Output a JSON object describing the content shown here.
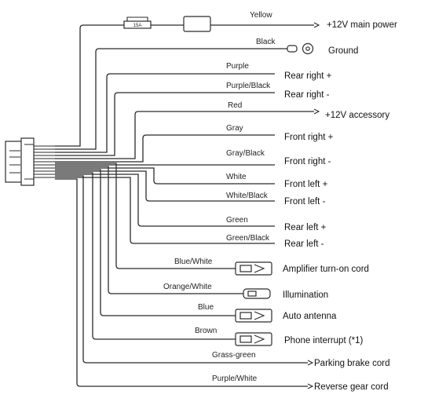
{
  "fuse": {
    "label": "15A"
  },
  "wires": [
    {
      "color": "Yellow",
      "function": "+12V main power"
    },
    {
      "color": "Black",
      "function": "Ground"
    },
    {
      "color": "Purple",
      "function": "Rear right +"
    },
    {
      "color": "Purple/Black",
      "function": "Rear right -"
    },
    {
      "color": "Red",
      "function": "+12V accessory"
    },
    {
      "color": "Gray",
      "function": "Front right +"
    },
    {
      "color": "Gray/Black",
      "function": "Front right -"
    },
    {
      "color": "White",
      "function": "Front left +"
    },
    {
      "color": "White/Black",
      "function": "Front left -"
    },
    {
      "color": "Green",
      "function": "Rear left +"
    },
    {
      "color": "Green/Black",
      "function": "Rear left -"
    },
    {
      "color": "Blue/White",
      "function": "Amplifier turn-on cord"
    },
    {
      "color": "Orange/White",
      "function": "Illumination"
    },
    {
      "color": "Blue",
      "function": "Auto antenna"
    },
    {
      "color": "Brown",
      "function": "Phone interrupt (*1)"
    },
    {
      "color": "Grass-green",
      "function": "Parking brake cord"
    },
    {
      "color": "Purple/White",
      "function": "Reverse gear cord"
    }
  ]
}
